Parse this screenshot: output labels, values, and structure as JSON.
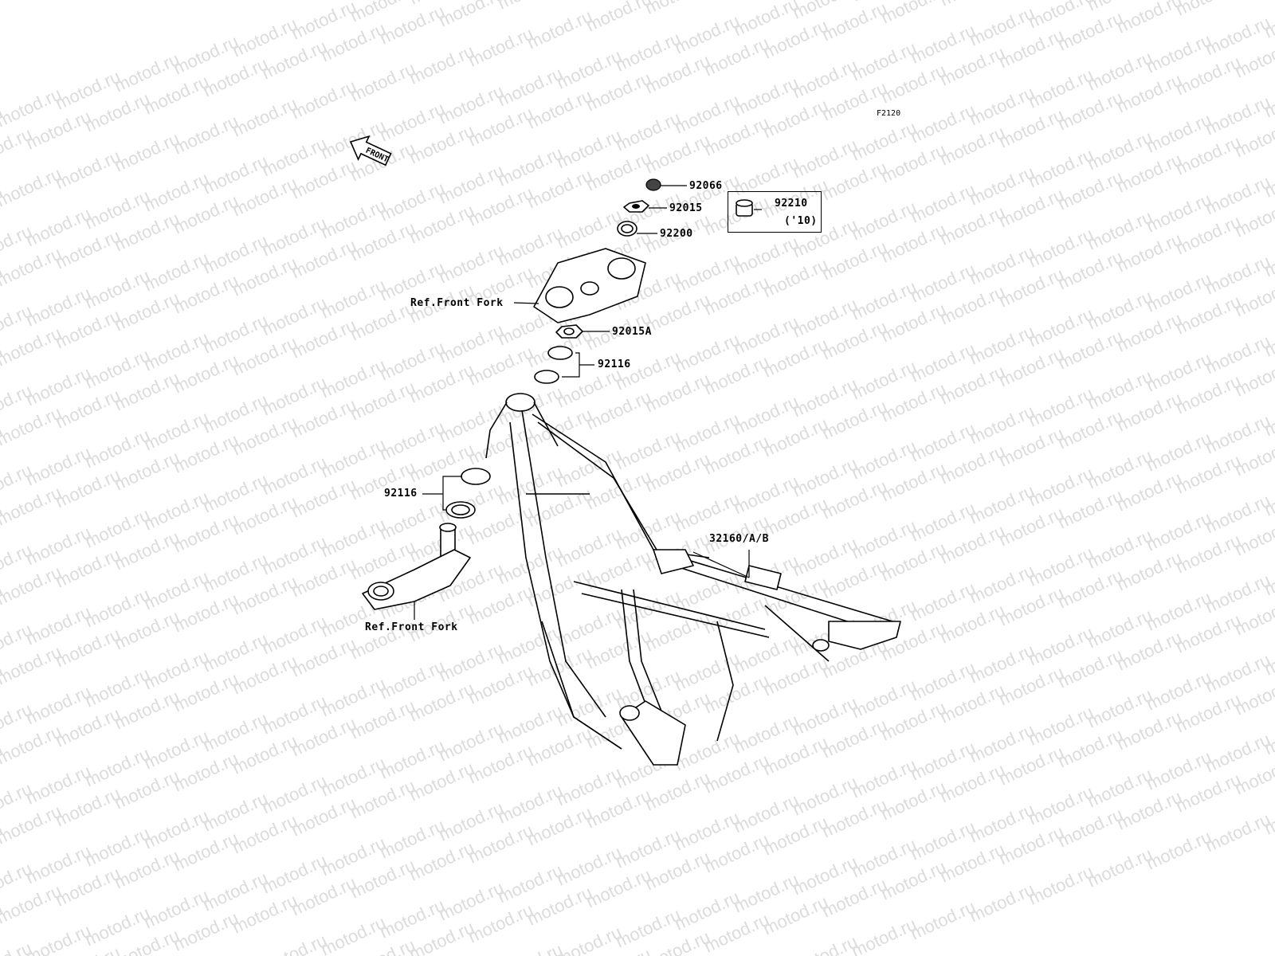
{
  "diagram": {
    "code": "F2120",
    "watermark": "motod.ru",
    "front_arrow": "FRONT",
    "parts": [
      {
        "number": "92066"
      },
      {
        "number": "92015"
      },
      {
        "number": "92200"
      },
      {
        "number": "92015A"
      },
      {
        "number": "92116"
      },
      {
        "number": "92116"
      },
      {
        "number": "32160/A/B"
      }
    ],
    "boxed_part": {
      "number": "92210",
      "note": "('10)"
    },
    "references": [
      {
        "text": "Ref.Front Fork"
      },
      {
        "text": "Ref.Front Fork"
      }
    ]
  }
}
